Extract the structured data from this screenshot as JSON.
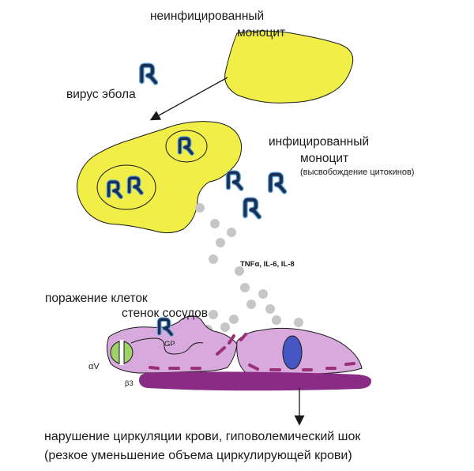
{
  "labels": {
    "uninfected_monocyte_line1": "неинфицированный",
    "uninfected_monocyte_line2": "моноцит",
    "ebola_virus": "вирус эбола",
    "infected_monocyte_line1": "инфицированный",
    "infected_monocyte_line2": "моноцит",
    "cytokine_release": "(высвобождение цитокинов)",
    "cytokines": "TNFα, IL-6, IL-8",
    "vessel_damage_line1": "поражение клеток",
    "vessel_damage_line2": "стенок сосудов",
    "gp": "GP",
    "alpha_v": "αV",
    "beta3": "β3",
    "outcome_line1": "нарушение циркуляции крови, гиповолемический шок",
    "outcome_line2": "(резкое уменьшение объема циркулирующей крови)"
  },
  "colors": {
    "monocyte_fill": "#f1ef47",
    "endothelium_fill": "#d8a9dc",
    "basement_membrane": "#8a2b86",
    "nucleus": "#4656c2",
    "cytokine_dots": "#c6c6c6",
    "virus_core": "#1d2f57",
    "virus_halo": "#5aa7d8",
    "integrin_green": "#9fd36a"
  },
  "icons": [
    "virus-icon",
    "arrow-icon"
  ]
}
